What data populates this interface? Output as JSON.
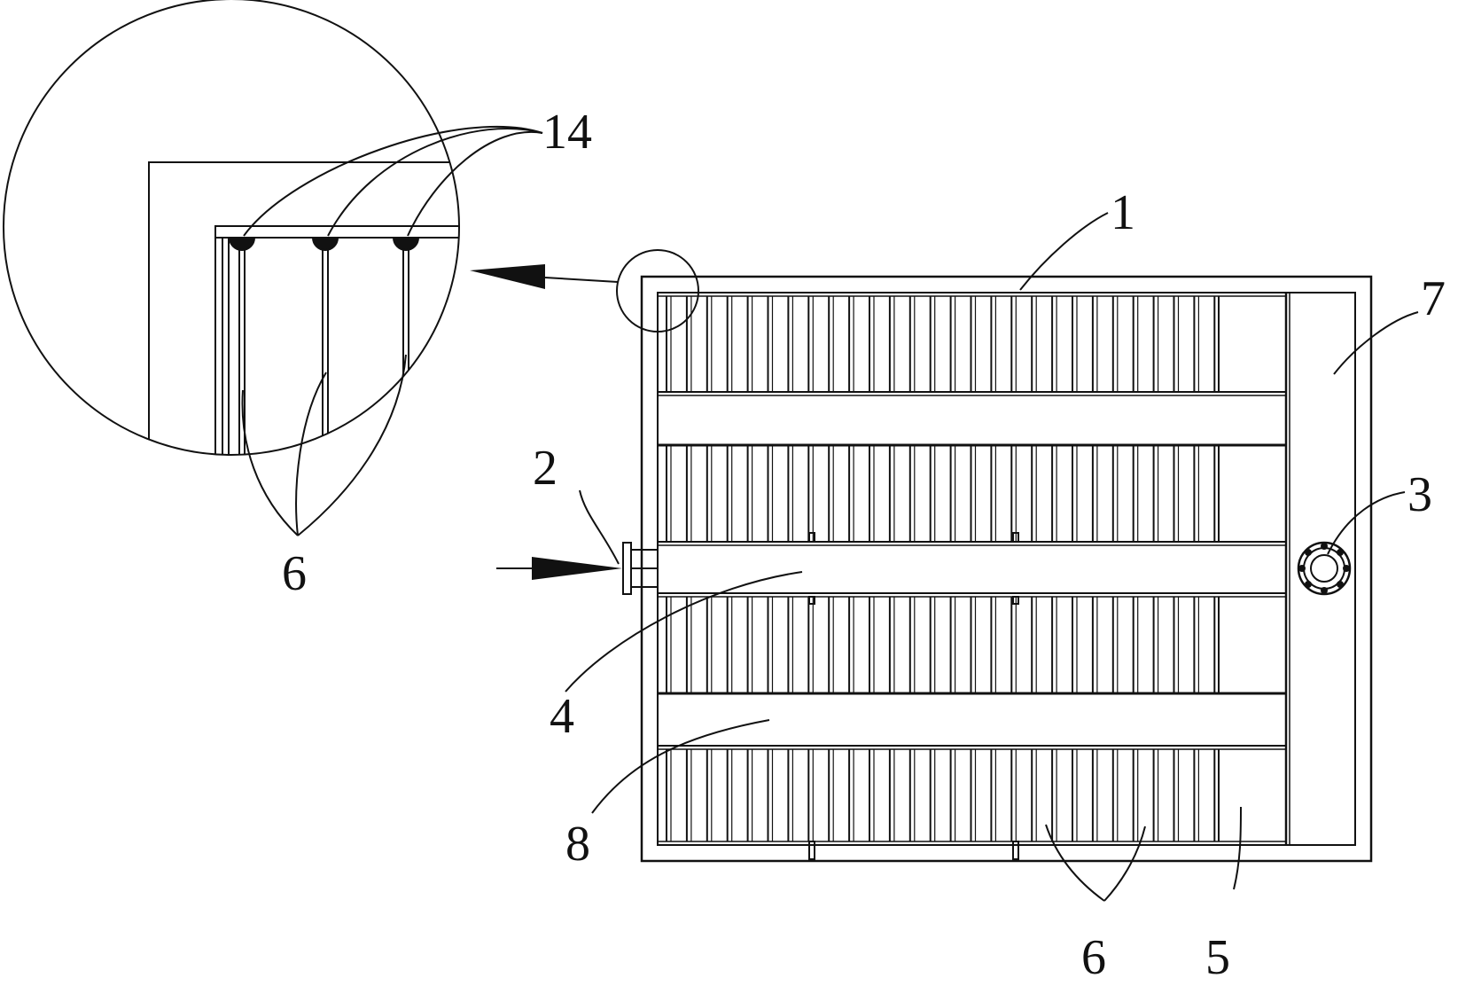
{
  "figure": {
    "type": "technical-drawing",
    "description_visible": false,
    "line_color": "#111111",
    "background": "#ffffff"
  },
  "labels": {
    "housing": "1",
    "inlet": "2",
    "outlet": "3",
    "inlet_channel": "4",
    "tube_bay": "5",
    "tubes_detail": "6",
    "tubes_main": "6",
    "collector": "7",
    "return_channel": "8",
    "welds": "14"
  }
}
